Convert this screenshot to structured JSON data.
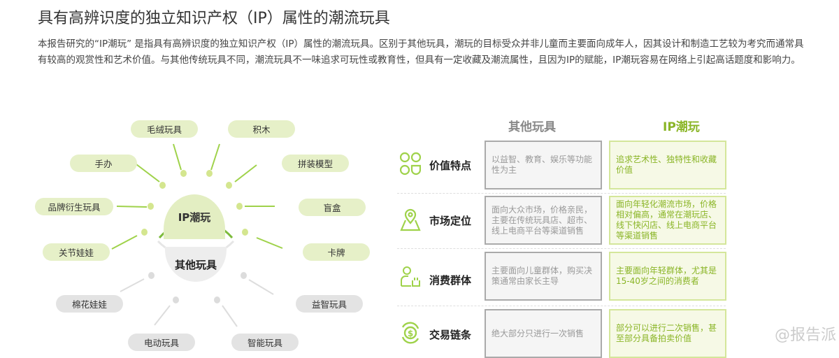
{
  "title": "具有高辨识度的独立知识产权（IP）属性的潮流玩具",
  "paragraph": "本报告研究的“IP潮玩” 是指具有高辨识度的独立知识产权（IP）属性的潮流玩具。区别于其他玩具，潮玩的目标受众并非儿童而主要面向成年人，因其设计和制造工艺较为考究而通常具有较高的观赏性和艺术价值。与其他传统玩具不同，潮流玩具不一味追求可玩性或教育性，但具有一定收藏及潮流属性，且因为IP的赋能，IP潮玩容易在网络上引起高话题度和影响力。",
  "diagram": {
    "center_ip": "IP潮玩",
    "center_other": "其他玩具",
    "ip_items": [
      "毛绒玩具",
      "积木",
      "手办",
      "拼装模型",
      "品牌衍生玩具",
      "盲盒",
      "关节娃娃",
      "卡牌"
    ],
    "other_items": [
      "棉花娃娃",
      "益智玩具",
      "电动玩具",
      "智能玩具"
    ]
  },
  "table": {
    "col_other": "其他玩具",
    "col_ip": "IP潮玩",
    "rows": [
      {
        "label": "价值特点",
        "icon": "value-icon",
        "other": "以益智、教育、娱乐等功能性为主",
        "ip": "追求艺术性、独特性和收藏价值"
      },
      {
        "label": "市场定位",
        "icon": "map-pin-icon",
        "other": "面向大众市场，价格亲民，主要在传统玩具店、超市、线上电商平台等渠道销售",
        "ip": "面向年轻化潮流市场，价格相对偏高，通常在潮玩店、线下快闪店、线上电商平台等渠道销售"
      },
      {
        "label": "消费群体",
        "icon": "consumer-icon",
        "other": "主要面向儿童群体，购买决策通常由家长主导",
        "ip": "主要面向年轻群体，尤其是15-40岁之间的消费者"
      },
      {
        "label": "交易链条",
        "icon": "dollar-cycle-icon",
        "other": "绝大部分只进行一次销售",
        "ip": "部分可以进行二次销售，甚至部分具备拍卖价值"
      }
    ]
  },
  "colors": {
    "green": "#8ab526",
    "light_green": "#e6f0c8",
    "gray": "#e3e3e3"
  },
  "watermark": "@报告派"
}
